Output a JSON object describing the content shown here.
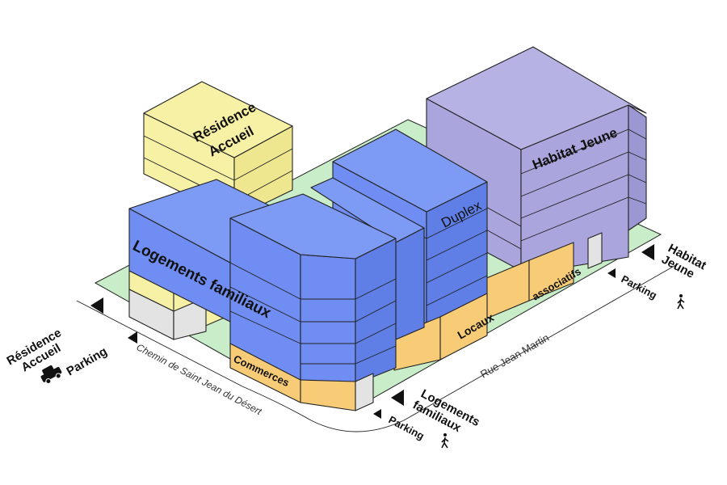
{
  "colors": {
    "ground": "#c9ecc9",
    "blue_top": "#7d9af5",
    "blue_front": "#6f8df2",
    "blue_side": "#5f7fe6",
    "yellow": "#f7f1a6",
    "yellow_side": "#efe78f",
    "lavender_top": "#b6b3e4",
    "lavender_front": "#aaa6dd",
    "lavender_side": "#9b97d3",
    "orange": "#f8cc76",
    "grey": "#e3e3e3"
  },
  "buildings": {
    "residence_accueil": "Résidence\nAccueil",
    "logements_familiaux": "Logements familiaux",
    "duplex": "Duplex",
    "habitat_jeune": "Habitat Jeune",
    "commerces": "Commerces",
    "locaux": "Locaux",
    "associatifs": "associatifs"
  },
  "streets": {
    "chemin": "Chemin de Saint Jean du Désert",
    "rue": "Rue Jean Martin"
  },
  "entrances": {
    "residence_accueil": "Résidence\nAccueil",
    "parking_left": "Parking",
    "logements_familiaux": "Logements\nfamiliaux",
    "parking_bottom": "Parking",
    "habitat_jeune": "Habitat\nJeune",
    "parking_right": "Parking"
  },
  "icons": [
    "car-icon",
    "pedestrian-icon",
    "arrow-icon"
  ]
}
